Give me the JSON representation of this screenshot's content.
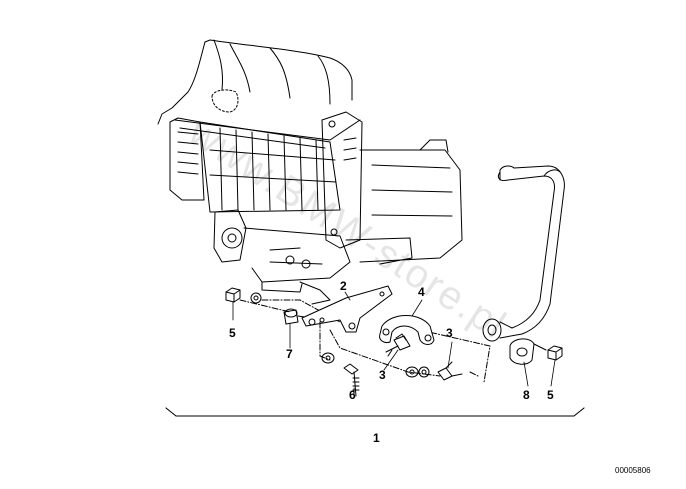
{
  "diagram": {
    "callouts": {
      "c1": "1",
      "c2": "2",
      "c3a": "3",
      "c3b": "3",
      "c4": "4",
      "c5a": "5",
      "c5b": "5",
      "c6": "6",
      "c7": "7",
      "c8": "8"
    },
    "document_number": "00005806",
    "watermark": "www.BMW-store.pl"
  }
}
